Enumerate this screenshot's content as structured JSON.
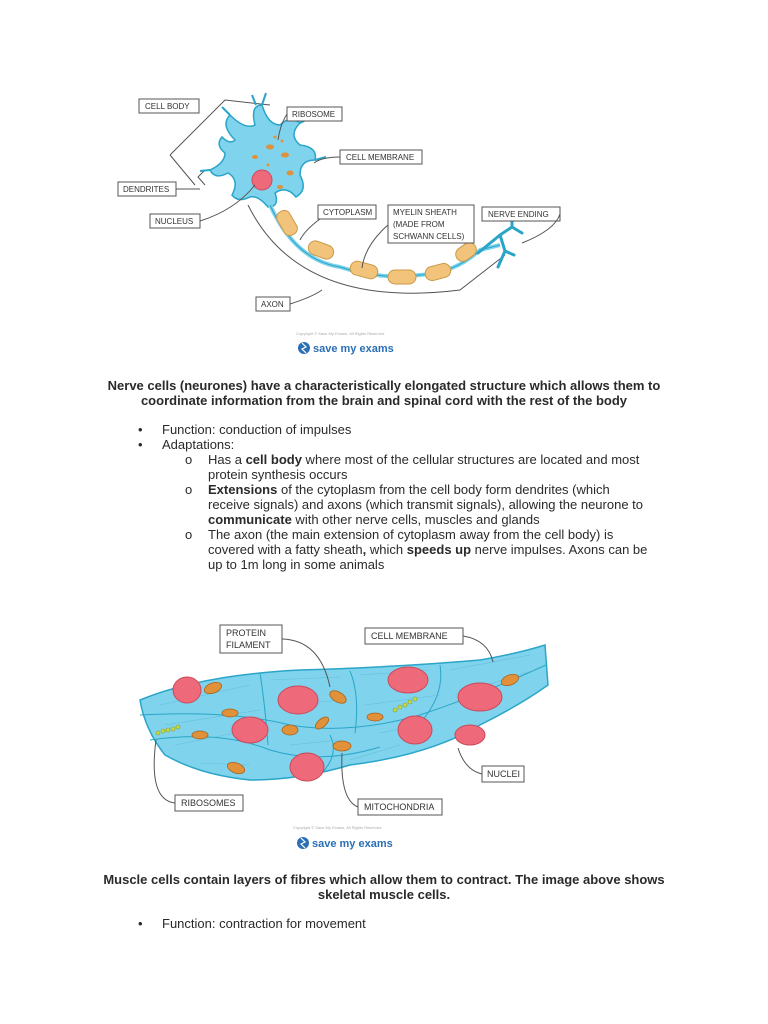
{
  "nerve_figure": {
    "labels": {
      "cell_body": "CELL  BODY",
      "ribosome": "RIBOSOME",
      "cell_membrane": "CELL  MEMBRANE",
      "dendrites": "DENDRITES",
      "nucleus": "NUCLEUS",
      "cytoplasm": "CYTOPLASM",
      "myelin_line1": "MYELIN  SHEATH",
      "myelin_line2": "(MADE  FROM",
      "myelin_line3": "SCHWANN  CELLS)",
      "nerve_ending": "NERVE  ENDING",
      "axon": "AXON"
    },
    "copyright": "Copyright © Save My Exams. All Rights Reserved",
    "logo_text": "save my exams"
  },
  "nerve_caption": "Nerve cells (neurones) have a characteristically elongated structure which allows them to coordinate information from the brain and spinal cord with the rest of the body",
  "nerve_list": {
    "function": "Function: conduction of impulses",
    "adaptations": "Adaptations:",
    "a1_pre": "Has a ",
    "a1_bold": "cell body",
    "a1_post": " where most of the cellular structures are located and most protein synthesis occurs",
    "a2_bold": "Extensions",
    "a2_mid": " of the cytoplasm from the cell body form dendrites (which receive signals) and axons (which transmit signals), allowing the neurone to ",
    "a2_bold2": "communicate",
    "a2_post": " with other nerve cells, muscles and glands",
    "a3_pre": "The axon (the main extension of cytoplasm away from the cell body) is covered with a fatty sheath",
    "a3_comma": ",",
    "a3_mid": " which ",
    "a3_bold": "speeds up",
    "a3_post": " nerve impulses. Axons can be up to 1m long in some animals"
  },
  "muscle_figure": {
    "labels": {
      "protein_line1": "PROTEIN",
      "protein_line2": "FILAMENT",
      "cell_membrane": "CELL  MEMBRANE",
      "nuclei": "NUCLEI",
      "ribosomes": "RIBOSOMES",
      "mitochondria": "MITOCHONDRIA"
    },
    "copyright": "Copyright © Save My Exams. All Rights Reserved",
    "logo_text": "save my exams"
  },
  "muscle_caption": "Muscle cells contain layers of fibres which allow them to contract. The image above shows skeletal muscle cells.",
  "muscle_list": {
    "function": "Function: contraction for movement"
  },
  "colors": {
    "cytoplasm": "#7fd3ec",
    "membrane": "#2aa5c8",
    "nucleus": "#ee6a7a",
    "myelin": "#f2c37a",
    "mitochondria": "#e0913a",
    "logo": "#2b6fb5"
  }
}
